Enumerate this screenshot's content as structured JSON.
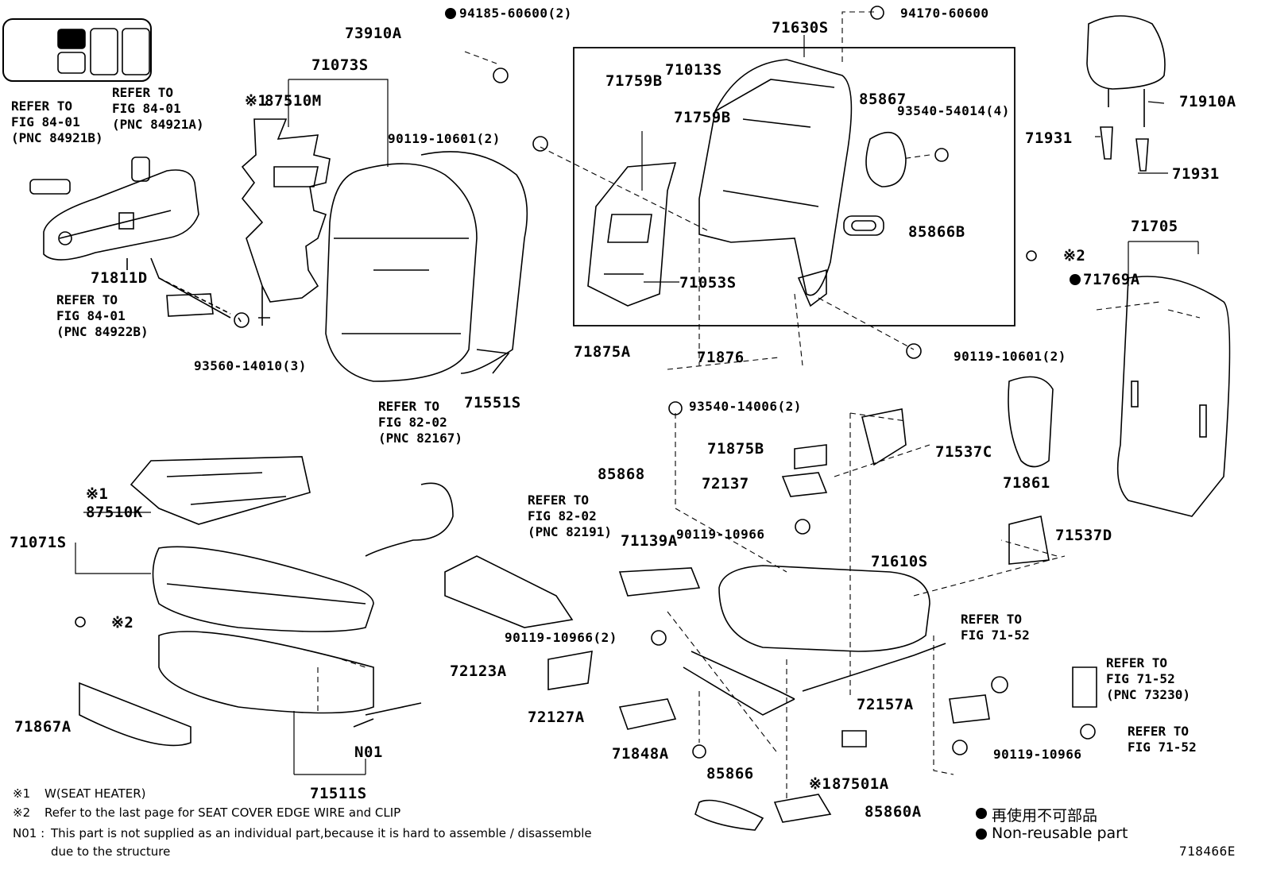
{
  "figure_code": "718466E",
  "part_numbers": {
    "p73910A": "73910A",
    "p94185": "94185-60600(2)",
    "p71073S": "71073S",
    "p87510M": "87510M",
    "p87510M_mark": "※1",
    "p90119_10601_a": "90119-10601(2)",
    "p71630S": "71630S",
    "p94170": "94170-60600",
    "p71013S": "71013S",
    "p71759B_a": "71759B",
    "p71759B_b": "71759B",
    "p85867": "85867",
    "p93540_54014": "93540-54014(4)",
    "p85866B": "85866B",
    "p71053S": "71053S",
    "p71875A": "71875A",
    "p71876": "71876",
    "p90119_10601_b": "90119-10601(2)",
    "p71551S": "71551S",
    "p71811D": "71811D",
    "p93560": "93560-14010(3)",
    "p71910A": "71910A",
    "p71931_a": "71931",
    "p71931_b": "71931",
    "p71705": "71705",
    "p71769A": "71769A",
    "p71861": "71861",
    "p71537C": "71537C",
    "p71537D": "71537D",
    "p93540_14006": "93540-14006(2)",
    "p71875B": "71875B",
    "p85868": "85868",
    "p72137": "72137",
    "p90119_10966_a": "90119-10966",
    "p71610S": "71610S",
    "p71139A": "71139A",
    "p87510K": "87510K",
    "p87510K_mark": "※1",
    "p71071S": "71071S",
    "p90119_10966_b": "90119-10966(2)",
    "p72123A": "72123A",
    "p72127A": "72127A",
    "p71848A": "71848A",
    "p85866": "85866",
    "p87501A": "87501A",
    "p87501A_mark": "※1",
    "p85860A": "85860A",
    "p72157A": "72157A",
    "p90119_10966_c": "90119-10966",
    "p71867A": "71867A",
    "p71511S": "71511S",
    "pN01": "N01",
    "mark2_a": "※2",
    "mark2_b": "※2"
  },
  "references": {
    "ref_84921B": "REFER TO\nFIG 84-01\n(PNC 84921B)",
    "ref_84921A": "REFER TO\nFIG 84-01\n(PNC 84921A)",
    "ref_84922B": "REFER TO\nFIG 84-01\n(PNC 84922B)",
    "ref_82167": "REFER TO\nFIG 82-02\n(PNC 82167)",
    "ref_82191": "REFER TO\nFIG 82-02\n(PNC 82191)",
    "ref_7152_a": "REFER TO\nFIG 71-52",
    "ref_73230": "REFER TO\nFIG 71-52\n(PNC 73230)",
    "ref_7152_b": "REFER TO\nFIG 71-52"
  },
  "notes": {
    "n1_mark": "※1",
    "n1_text": "W(SEAT HEATER)",
    "n2_mark": "※2",
    "n2_text": "Refer to the last page for SEAT COVER EDGE WIRE and CLIP",
    "n3_mark": "N01 :",
    "n3_text_1": "This part is not supplied as an individual part,because it is hard to assemble / disassemble",
    "n3_text_2": "due to the structure"
  },
  "legend": {
    "jp": "再使用不可部品",
    "en": "Non-reusable part"
  }
}
